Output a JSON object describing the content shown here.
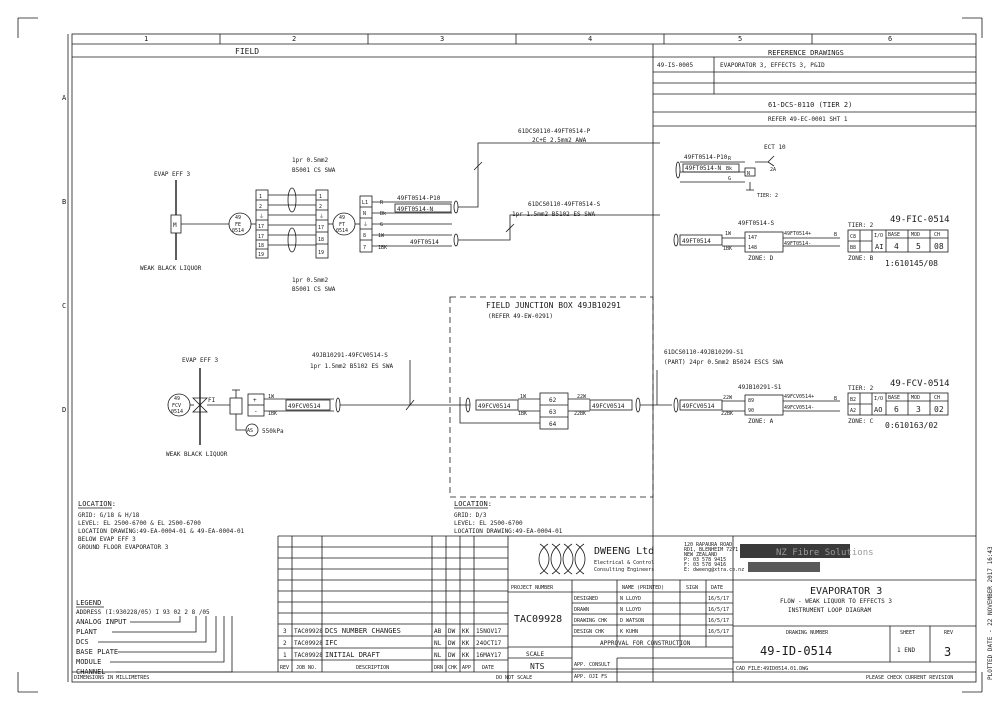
{
  "grid": {
    "columns": [
      "1",
      "2",
      "3",
      "4",
      "5",
      "6"
    ],
    "rows": [
      "A",
      "B",
      "C",
      "D"
    ]
  },
  "header": {
    "field": "FIELD",
    "reference_drawings": "REFERENCE DRAWINGS",
    "ref_no": "49-IS-0005",
    "ref_desc": "EVAPORATOR 3, EFFECTS 3, P&ID",
    "dcs_tier": "61-DCS-0110 (TIER 2)",
    "dcs_refer": "REFER 49-EC-0001 SHT 1"
  },
  "top_loop": {
    "evap_label": "EVAP EFF 3",
    "liquor_label": "WEAK BLACK LIQUOR",
    "m_box": "M",
    "fe_bubble": [
      "49",
      "FE",
      "0514"
    ],
    "ft_bubble": [
      "49",
      "FT",
      "0514"
    ],
    "cable1_a": "1pr 0.5mm2",
    "cable1_b": "B5001 CS SWA",
    "cable2_a": "1pr 0.5mm2",
    "cable2_b": "B5001 CS SWA",
    "term_left": [
      "1",
      "2",
      "⏚",
      "17",
      "17",
      "18",
      "19"
    ],
    "term_mid": [
      "1",
      "2",
      "⏚",
      "17",
      "18",
      "19"
    ],
    "tb_l": [
      "L1",
      "N",
      "⏚",
      "8",
      "7"
    ],
    "tb_r": [
      "R",
      "Bk",
      "G",
      "1W",
      "1BK"
    ],
    "tag_p10": "49FT0514-P10",
    "tag_n": "49FT0514-N",
    "tag_s": "49FT0514",
    "cable_p_a": "61DCS0110-49FT0514-P",
    "cable_p_b": "2C+E 2.5mm2 AWA",
    "cable_s_a": "61DCS0110-49FT0514-S",
    "cable_s_b": "1pr 1.5mm2 B5102 ES SWA",
    "psu_tag1": "49FT0514-P10",
    "psu_tag2": "49FT0514-N",
    "psu_r": "R",
    "psu_bk": "Bk",
    "psu_g": "G",
    "psu_n": "N",
    "ect": "ECT 10",
    "ect_2a": "2A",
    "tier2_small": "TIER: 2",
    "zone_s_tag": "49FT0514-S",
    "zone_s_term": "49FT0514",
    "zone_1w": "1W",
    "zone_1bk": "1BK",
    "zone_147": "147",
    "zone_148": "148",
    "zone_out1": "49FT0514+",
    "zone_out2": "49FT0514-",
    "zone_d": "ZONE: D",
    "b_lbl": "B",
    "tier2_fic": "TIER: 2",
    "fic_tag": "49-FIC-0514",
    "fic_c8": "C8",
    "fic_b8": "B8",
    "fic_io": "I/O",
    "fic_ai": "AI",
    "fic_base_h": "BASE",
    "fic_mod_h": "MOD",
    "fic_ch_h": "CH",
    "fic_base": "4",
    "fic_mod": "5",
    "fic_ch": "08",
    "fic_zone": "ZONE: B",
    "fic_address": "1:610145/08"
  },
  "bottom_loop": {
    "evap_label": "EVAP EFF 3",
    "liquor_label": "WEAK BLACK LIQUOR",
    "fcv_bubble": [
      "49",
      "FCV",
      "0514"
    ],
    "fi_label": "FI",
    "cable_a": "49JB10291-49FCV0514-S",
    "cable_b": "1pr 1.5mm2 B5102 ES SWA",
    "tb_sign": [
      "+",
      "-"
    ],
    "wires": [
      "1W",
      "1BK"
    ],
    "local_tag": "49FCV0514",
    "as_bubble": "AS",
    "as_pressure": "550kPa",
    "jb_title": "FIELD JUNCTION BOX 49JB10291",
    "jb_refer": "(REFER 49-EW-0291)",
    "jb_tag_left": "49FCV0514",
    "jb_w_left": "1W",
    "jb_bk_left": "1BK",
    "jb_terms": [
      "62",
      "63",
      "64"
    ],
    "jb_w_right": "22W",
    "jb_bk_right": "22BK",
    "jb_tag_right": "49FCV0514",
    "multi_a": "61DCS0110-49JB10299-S1",
    "multi_b": "(PART) 24pr 0.5mm2 B5024 ESCS SWA",
    "zone_tag": "49JB10291-S1",
    "zone_term_tag": "49FCV0514",
    "zone_22w": "22W",
    "zone_22bk": "22BK",
    "zone_89": "89",
    "zone_90": "90",
    "zone_out1": "49FCV0514+",
    "zone_out2": "49FCV0514-",
    "zone_a": "ZONE: A",
    "b_lbl": "B",
    "tier2": "TIER: 2",
    "fcv_tag": "49-FCV-0514",
    "fcv_b2": "B2",
    "fcv_a2": "A2",
    "fcv_io": "I/O",
    "fcv_ao": "AO",
    "fcv_base_h": "BASE",
    "fcv_mod_h": "MOD",
    "fcv_ch_h": "CH",
    "fcv_base": "6",
    "fcv_mod": "3",
    "fcv_ch": "02",
    "fcv_zone": "ZONE: C",
    "fcv_address": "0:610163/02"
  },
  "location_left": {
    "title": "LOCATION:",
    "lines": [
      "GRID:  G/18 & H/18",
      "LEVEL: EL 2500-6700 & EL 2500-6700",
      "LOCATION DRAWING:49-EA-0004-01 & 49-EA-0004-01",
      "BELOW EVAP EFF 3",
      "GROUND FLOOR EVAPORATOR 3"
    ]
  },
  "location_right": {
    "title": "LOCATION:",
    "lines": [
      "GRID:  D/3",
      "LEVEL: EL 2500-6700",
      "LOCATION DRAWING:49-EA-0004-01"
    ]
  },
  "legend": {
    "title": "LEGEND",
    "address": "ADDRESS  (I:930228/05)   I  93  02  2  8  /05",
    "items": [
      "ANALOG INPUT",
      "PLANT",
      "DCS",
      "BASE PLATE",
      "MODULE",
      "CHANNEL"
    ]
  },
  "revisions": [
    {
      "rev": "3",
      "job": "TAC09928",
      "desc": "DCS NUMBER CHANGES",
      "drn": "AB",
      "chk": "DW",
      "app": "KK",
      "date": "15NOV17"
    },
    {
      "rev": "2",
      "job": "TAC09928",
      "desc": "IFC",
      "drn": "NL",
      "chk": "DW",
      "app": "KK",
      "date": "24OCT17"
    },
    {
      "rev": "1",
      "job": "TAC09928",
      "desc": "INITIAL DRAFT",
      "drn": "NL",
      "chk": "DW",
      "app": "KK",
      "date": "16MAY17"
    }
  ],
  "rev_headers": [
    "REV",
    "JOB NO.",
    "DESCRIPTION",
    "DRN",
    "CHK",
    "APP",
    "DATE"
  ],
  "company": {
    "name": "DWEENG Ltd",
    "sub1": "Electrical & Control",
    "sub2": "Consulting Engineers",
    "addr": [
      "120 RAPAURA ROAD",
      "RD1, BLENHEIM 7271",
      "NEW ZEALAND",
      "P: 03 578 9415",
      "F: 03 578 9416",
      "E: dweeng@xtra.co.nz"
    ]
  },
  "client": "NZ Fibre Solutions",
  "project": {
    "label": "PROJECT NUMBER",
    "number": "TAC09928",
    "scale_label": "SCALE",
    "scale": "NTS"
  },
  "signoff": {
    "headers": [
      "NAME (PRINTED)",
      "SIGN",
      "DATE"
    ],
    "rows": [
      {
        "role": "DESIGNED",
        "name": "N LLOYD",
        "date": "16/5/17"
      },
      {
        "role": "DRAWN",
        "name": "N LLOYD",
        "date": "16/5/17"
      },
      {
        "role": "DRAWING CHK",
        "name": "D WATSON",
        "date": "16/5/17"
      },
      {
        "role": "DESIGN CHK",
        "name": "K KUHN",
        "date": "16/5/17"
      }
    ],
    "approval": "APPROVAL FOR CONSTRUCTION",
    "app_consult": "APP. CONSULT",
    "app_fs": "APP. OJI FS"
  },
  "title_block": {
    "t1": "EVAPORATOR 3",
    "t2": "FLOW - WEAK LIQUOR TO EFFECTS 3",
    "t3": "INSTRUMENT LOOP DIAGRAM",
    "drawing_number_label": "DRAWING NUMBER",
    "sheet_label": "SHEET",
    "rev_label": "REV",
    "drawing_number": "49-ID-0514",
    "sheet": "1  END",
    "rev": "3",
    "cad_file": "CAD FILE:49ID0514.01.DWG"
  },
  "footer": {
    "dimensions": "DIMENSIONS IN MILLIMETRES",
    "do_not_scale": "DO NOT SCALE",
    "check": "PLEASE CHECK CURRENT REVISION",
    "plotted": "PLOTTED DATE - 22 NOVEMBER 2017   16:43"
  }
}
